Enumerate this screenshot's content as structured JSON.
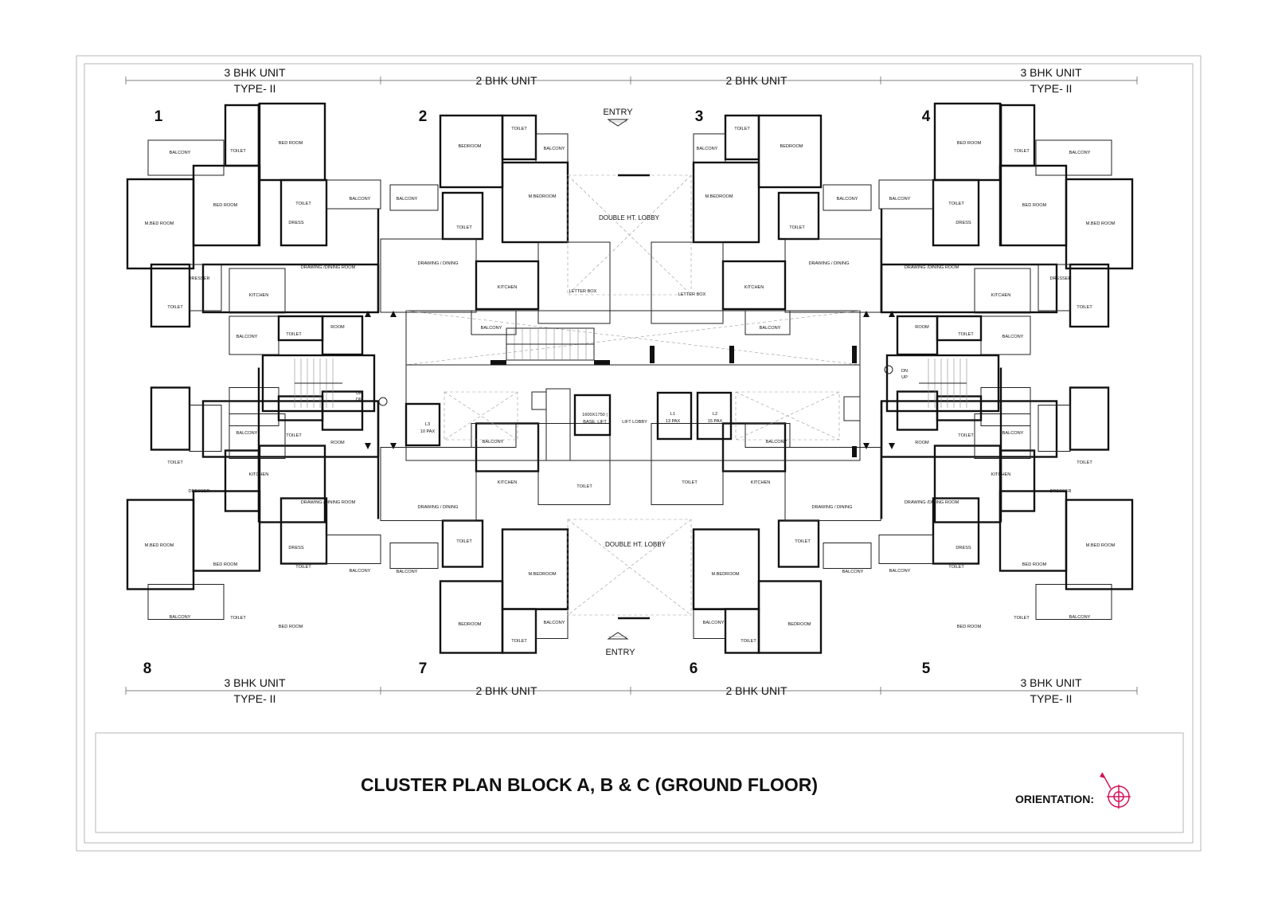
{
  "units": {
    "top": [
      {
        "line1": "3 BHK UNIT",
        "line2": "TYPE- II"
      },
      {
        "line1": "2 BHK UNIT"
      },
      {
        "line1": "2 BHK UNIT"
      },
      {
        "line1": "3 BHK UNIT",
        "line2": "TYPE- II"
      }
    ],
    "bottom": [
      {
        "line1": "3 BHK UNIT",
        "line2": "TYPE- II"
      },
      {
        "line1": "2 BHK UNIT"
      },
      {
        "line1": "2 BHK UNIT"
      },
      {
        "line1": "3 BHK UNIT",
        "line2": "TYPE- II"
      }
    ]
  },
  "unit_numbers": [
    "1",
    "2",
    "3",
    "4",
    "5",
    "6",
    "7",
    "8"
  ],
  "entry": {
    "top": "ENTRY",
    "bottom": "ENTRY"
  },
  "rooms": {
    "balcony": "BALCONY",
    "toilet": "TOILET",
    "bed_room": "BED ROOM",
    "m_bed_room": "M.BED ROOM",
    "dress": "DRESS",
    "dresser": "DRESSER",
    "kitchen": "KITCHEN",
    "drawing_dining_room": "DRAWING /DINING ROOM",
    "room": "ROOM",
    "bedroom": "BEDROOM",
    "m_bedroom": "M.BEDROOM",
    "drawing_dining": "DRAWING / DINING",
    "letter_box": "LETTER BOX",
    "double_ht_lobby": "DOUBLE HT. LOBBY",
    "lift_lobby": "LIFT LOBBY",
    "toilet_core": "TOILET"
  },
  "core": {
    "l1": {
      "name": "L1",
      "pax": "13 PAX"
    },
    "l2": {
      "name": "L2",
      "pax": "15 PAX"
    },
    "l3": {
      "name": "L3",
      "pax": "10 PAX"
    },
    "base_lift": {
      "size": "1600X1750 |",
      "label": "BASE. LIFT"
    },
    "stair_left": {
      "up": "UP",
      "dn": "DN"
    },
    "stair_right": {
      "dn": "DN",
      "up": "UP"
    }
  },
  "title": "CLUSTER PLAN BLOCK A, B & C  (GROUND FLOOR)",
  "orientation_label": "ORIENTATION:",
  "colors": {
    "compass": "#d4145a",
    "ink": "#111111"
  }
}
